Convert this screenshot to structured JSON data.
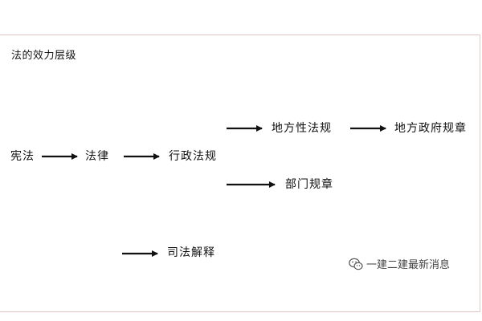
{
  "title": "法的效力层级",
  "nodes": {
    "constitution": "宪法",
    "law": "法律",
    "admin_regulation": "行政法规",
    "local_regulation": "地方性法规",
    "local_gov_rule": "地方政府规章",
    "department_rule": "部门规章",
    "judicial_interpretation": "司法解释"
  },
  "watermark": {
    "text": "一建二建最新消息",
    "icon": "wechat-icon"
  },
  "colors": {
    "frame": "#e2c7c7",
    "arrow": "#111111"
  }
}
